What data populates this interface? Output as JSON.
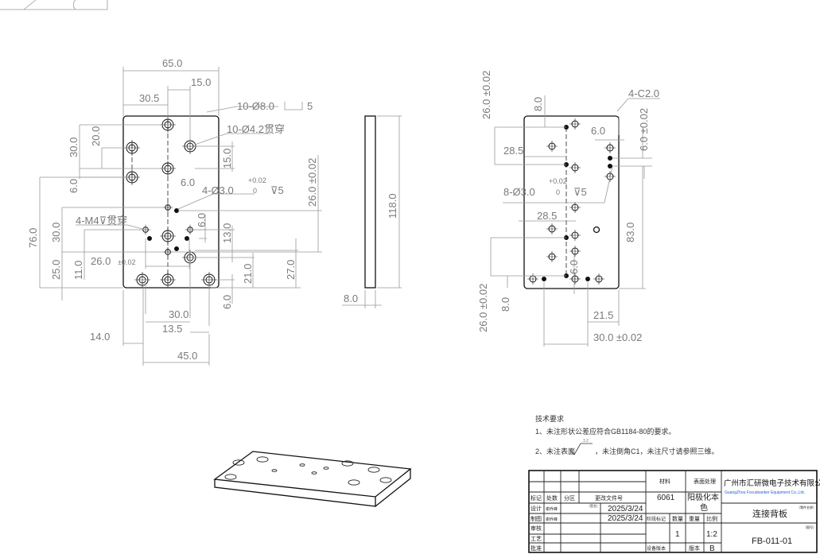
{
  "front_view": {
    "dims": {
      "w65": "65.0",
      "d15": "15.0",
      "d30_5": "30.5",
      "d30a": "30.0",
      "d20": "20.0",
      "d6a": "6.0",
      "d76": "76.0",
      "d30b": "30.0",
      "d25": "25.0",
      "d11": "11.0",
      "d15b": "15.0",
      "d26tol": "26.0 ±0.02",
      "d6b": "6.0",
      "d6c": "6.0",
      "d13": "13.0",
      "d21": "21.0",
      "d27": "27.0",
      "d6d": "6.0",
      "d26h": "26.0",
      "d26h_tol": "±0.02",
      "d30c": "30.0",
      "d13_5": "13.5",
      "d14": "14.0",
      "d45": "45.0"
    },
    "callouts": {
      "cb": "10-Ø8.0",
      "cb_depth": "5",
      "thru": "10-Ø4.2贯穿",
      "pin": "4-Ø3.0",
      "pin_tol_up": "+0.02",
      "pin_tol_low": "0",
      "pin_depth": "⊽5",
      "tap": "4-M4⊽贯穿"
    }
  },
  "side_view": {
    "dims": {
      "h118": "118.0",
      "t8": "8.0"
    }
  },
  "back_view": {
    "dims": {
      "d26a": "26.0 ±0.02",
      "d8a": "8.0",
      "c2": "4-C2.0",
      "d6a": "6.0",
      "d6tol": "6.0 ±0.02",
      "d28_5a": "28.5",
      "d28_5b": "28.5",
      "d83": "83.0",
      "d6b": "6.0",
      "d26b": "26.0 ±0.02",
      "d8b": "8.0",
      "d21_5": "21.5",
      "d30tol": "30.0 ±0.02"
    },
    "callouts": {
      "pin": "8-Ø3.0",
      "pin_tol_up": "+0.02",
      "pin_tol_low": "0",
      "pin_depth": "⊽5"
    }
  },
  "notes": {
    "title": "技术要求",
    "line1": "1、未注形状公差应符合GB1184-80的要求。",
    "line2a": "2、未注表面",
    "roughness": "3.2",
    "line2b": "，未注倒角C1，未注尺寸请参照三维。"
  },
  "title_block": {
    "headers": {
      "mark": "标记",
      "count": "处数",
      "zone": "分区",
      "doc": "更改文件号",
      "material": "材料",
      "surface": "表面处理",
      "design": "设计",
      "draw": "制图",
      "review": "审核",
      "process": "工艺",
      "approve": "批准",
      "stage": "阶段标记",
      "qty": "数量",
      "weight": "重量",
      "scale": "比例",
      "dev_ver": "设备版本",
      "ver": "版本",
      "sign": "（签名）",
      "part_name_label": "（零件名称）",
      "drawing_no_label": "（图号）"
    },
    "designer": "谢乔峰",
    "drafter": "谢乔峰",
    "design_date": "2025/3/24",
    "draw_date": "2025/3/24",
    "material": "6061",
    "surface_a": "阳极化本",
    "surface_b": "色",
    "quantity": "1",
    "scale": "1:2",
    "version": "B",
    "company_cn": "广州市汇研微电子技术有限公司",
    "company_en": "GuangZhou Focusbanker Equipment Co.,Ltd.",
    "part_name": "连接背板",
    "drawing_no": "FB-011-01"
  },
  "colors": {
    "company_en": "#2a5bd7",
    "dimension": "#7a7a7a"
  }
}
